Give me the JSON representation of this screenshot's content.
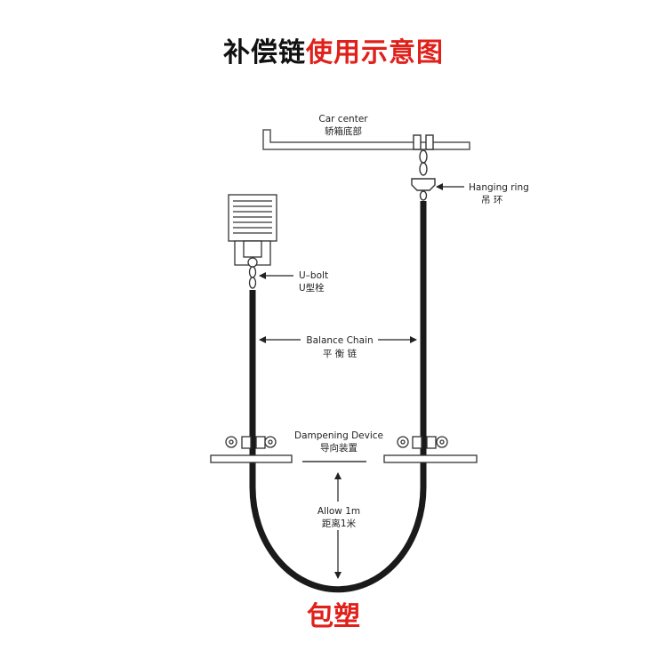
{
  "title": {
    "part1": "补偿链",
    "part2": "使用示意图"
  },
  "labels": {
    "car_center": {
      "en": "Car center",
      "cn": "轿箱底部"
    },
    "hanging_ring": {
      "en": "Hanging ring",
      "cn": "吊 环"
    },
    "u_bolt": {
      "en": "U–bolt",
      "cn": "U型栓"
    },
    "balance_chain": {
      "en": "Balance Chain",
      "cn": "平 衡 链"
    },
    "dampening_device": {
      "en": "Dampening Device",
      "cn": "导向装置"
    },
    "allow": {
      "en": "Allow 1m",
      "cn": "距离1米"
    }
  },
  "footer": {
    "text": "包塑"
  },
  "colors": {
    "title_black": "#111111",
    "accent_red": "#e0201b",
    "chain": "#1a1a1a",
    "line": "#555555"
  }
}
